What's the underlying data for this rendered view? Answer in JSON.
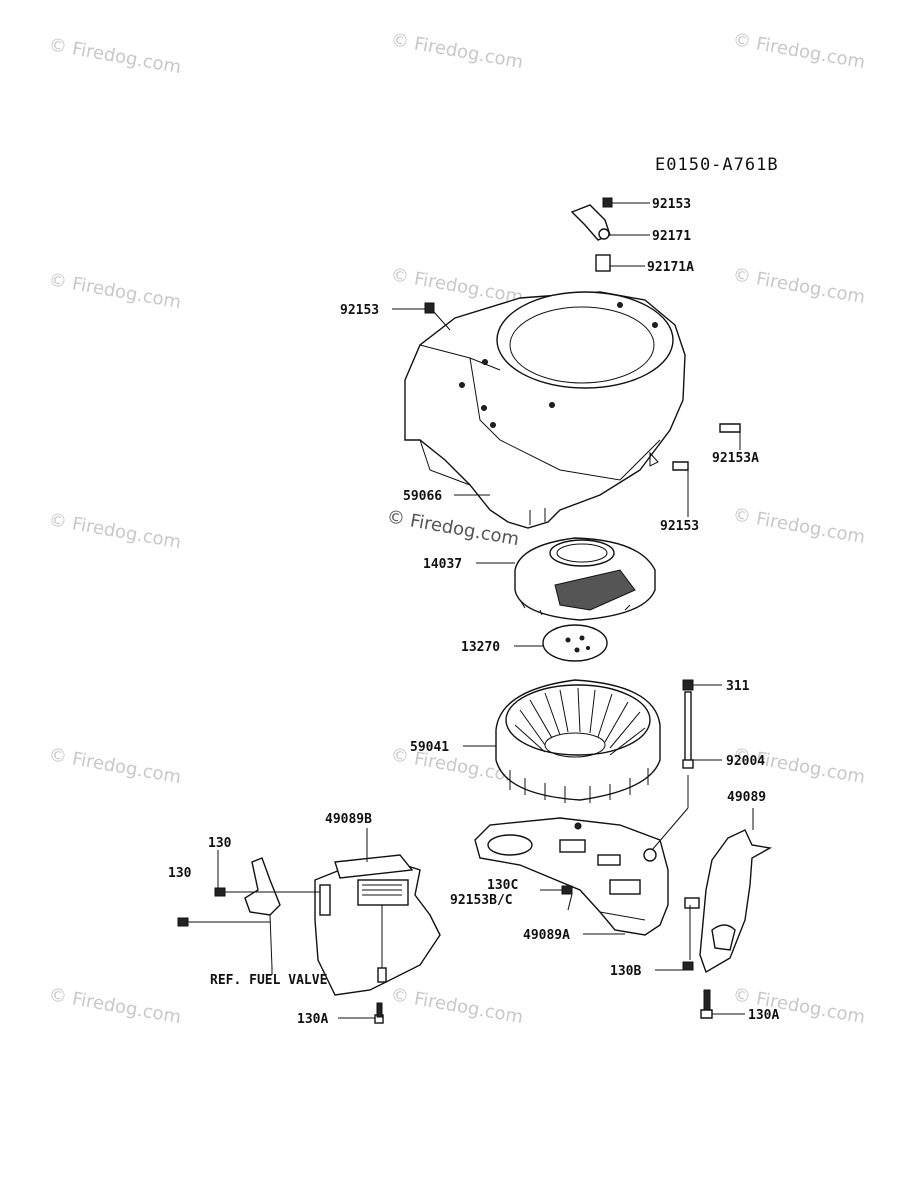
{
  "diagram_code": "E0150-A761B",
  "watermark_text": "© Firedog.com",
  "labels": {
    "p92153_top": "92153",
    "p92171": "92171",
    "p92171A": "92171A",
    "p92153_left": "92153",
    "p92153A": "92153A",
    "p92153_right": "92153",
    "p59066": "59066",
    "p14037": "14037",
    "p13270": "13270",
    "p311": "311",
    "p59041": "59041",
    "p92004": "92004",
    "p49089": "49089",
    "p49089B": "49089B",
    "p130_top": "130",
    "p130_left": "130",
    "p130C": "130C",
    "p92153BC": "92153B/C",
    "p49089A": "49089A",
    "ref_fuel_valve": "REF. FUEL VALVE",
    "p130B": "130B",
    "p130A_left": "130A",
    "p130A_right": "130A"
  }
}
